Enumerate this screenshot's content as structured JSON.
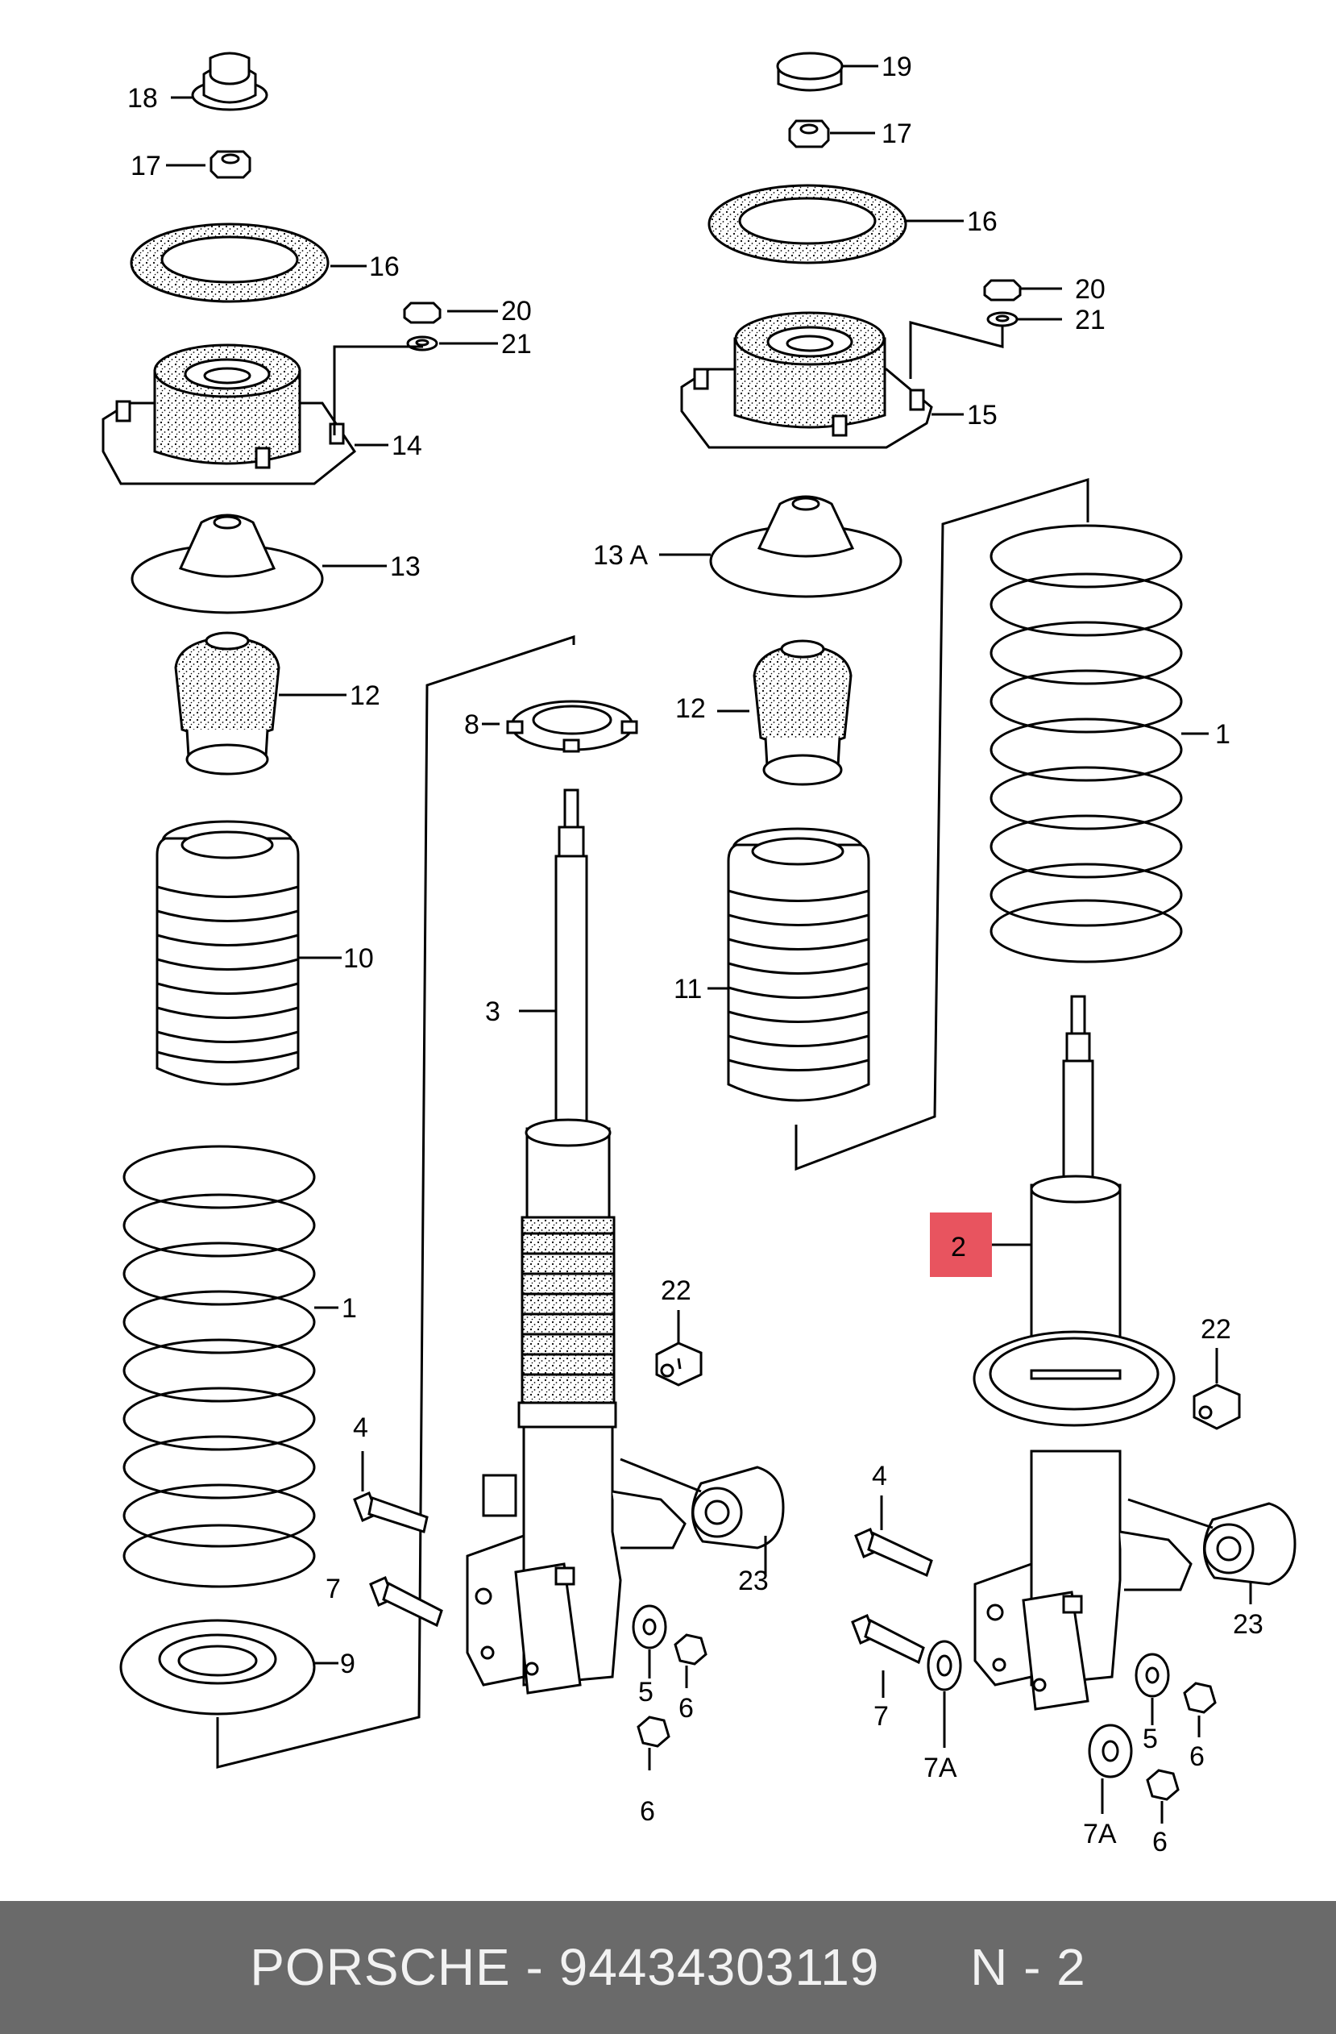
{
  "footer": {
    "brand": "PORSCHE",
    "separator": "-",
    "part_number": "94434303119",
    "diagram_code": "N - 2"
  },
  "highlight_color": "#e8545f",
  "callouts": [
    {
      "id": "c18",
      "label": "18"
    },
    {
      "id": "c17l",
      "label": "17"
    },
    {
      "id": "c16l",
      "label": "16"
    },
    {
      "id": "c20l",
      "label": "20"
    },
    {
      "id": "c21l",
      "label": "21"
    },
    {
      "id": "c14",
      "label": "14"
    },
    {
      "id": "c13",
      "label": "13"
    },
    {
      "id": "c12l",
      "label": "12"
    },
    {
      "id": "c10",
      "label": "10"
    },
    {
      "id": "c1l",
      "label": "1"
    },
    {
      "id": "c9",
      "label": "9"
    },
    {
      "id": "c8",
      "label": "8"
    },
    {
      "id": "c3",
      "label": "3"
    },
    {
      "id": "c22l",
      "label": "22"
    },
    {
      "id": "c4l",
      "label": "4"
    },
    {
      "id": "c7l",
      "label": "7"
    },
    {
      "id": "c23l",
      "label": "23"
    },
    {
      "id": "c5l",
      "label": "5"
    },
    {
      "id": "c6la",
      "label": "6"
    },
    {
      "id": "c6lb",
      "label": "6"
    },
    {
      "id": "c19",
      "label": "19"
    },
    {
      "id": "c17r",
      "label": "17"
    },
    {
      "id": "c16r",
      "label": "16"
    },
    {
      "id": "c20r",
      "label": "20"
    },
    {
      "id": "c21r",
      "label": "21"
    },
    {
      "id": "c15",
      "label": "15"
    },
    {
      "id": "c13a",
      "label": "13 A"
    },
    {
      "id": "c12r",
      "label": "12"
    },
    {
      "id": "c11",
      "label": "11"
    },
    {
      "id": "c1r",
      "label": "1"
    },
    {
      "id": "c2",
      "label": "2"
    },
    {
      "id": "c22r",
      "label": "22"
    },
    {
      "id": "c4r",
      "label": "4"
    },
    {
      "id": "c23r",
      "label": "23"
    },
    {
      "id": "c7r",
      "label": "7"
    },
    {
      "id": "c7ar",
      "label": "7A"
    },
    {
      "id": "c5r",
      "label": "5"
    },
    {
      "id": "c6ra",
      "label": "6"
    },
    {
      "id": "c7ab",
      "label": "7A"
    },
    {
      "id": "c6rb",
      "label": "6"
    }
  ]
}
